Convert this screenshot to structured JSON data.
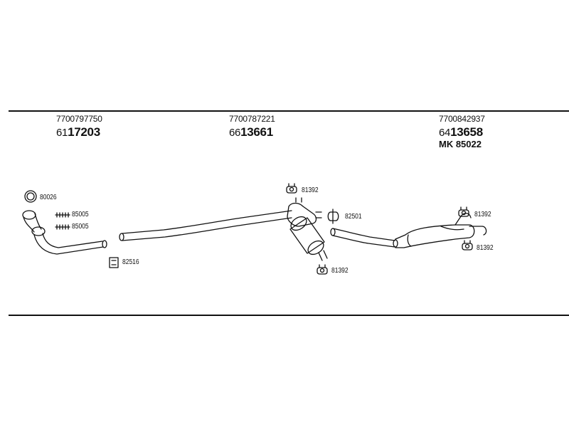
{
  "groups": [
    {
      "ref": "7700797750",
      "article_prefix": "61",
      "article_number": "17203"
    },
    {
      "ref": "7700787221",
      "article_prefix": "66",
      "article_number": "13661"
    },
    {
      "ref": "7700842937",
      "article_prefix": "64",
      "article_number": "13658",
      "kit": "MK  85022"
    }
  ],
  "part_tags": {
    "ring": "80026",
    "clamp_a": "85005",
    "clamp_b": "85005",
    "front_bracket": "82516",
    "mid_hanger_top": "81392",
    "mid_clamp": "82501",
    "mid_hanger_bottom": "81392",
    "rear_hanger_top": "81392",
    "rear_hanger_bottom": "81392"
  }
}
